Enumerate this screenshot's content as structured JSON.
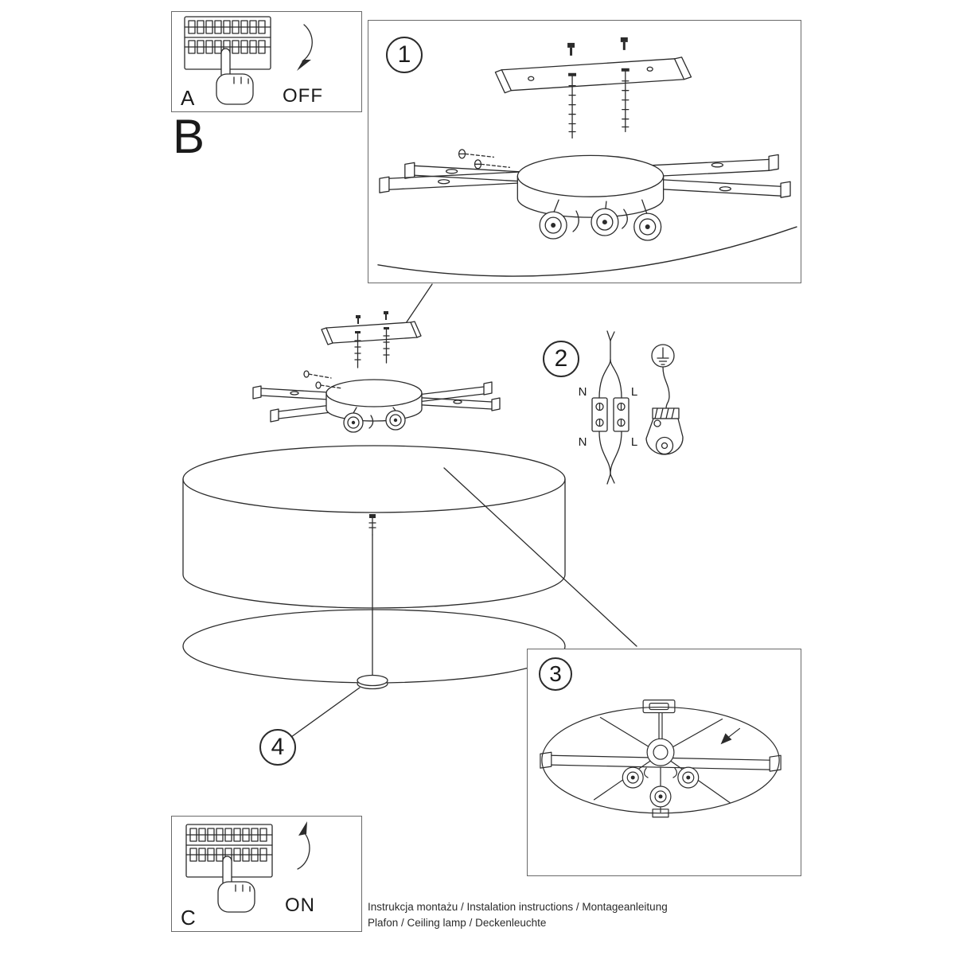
{
  "panels": {
    "a": {
      "label": "A",
      "state": "OFF"
    },
    "b": {
      "label": "B"
    },
    "c": {
      "label": "C",
      "state": "ON"
    }
  },
  "steps": {
    "step1": "1",
    "step2": "2",
    "step3": "3",
    "step4": "4"
  },
  "wiring": {
    "top_left": "N",
    "top_right": "L",
    "bottom_left": "N",
    "bottom_right": "L"
  },
  "footer": {
    "line1": "Instrukcja montażu / Instalation instructions / Montageanleitung",
    "line2": "Plafon / Ceiling lamp / Deckenleuchte"
  },
  "colors": {
    "line": "#2b2b2b",
    "background": "#ffffff"
  }
}
